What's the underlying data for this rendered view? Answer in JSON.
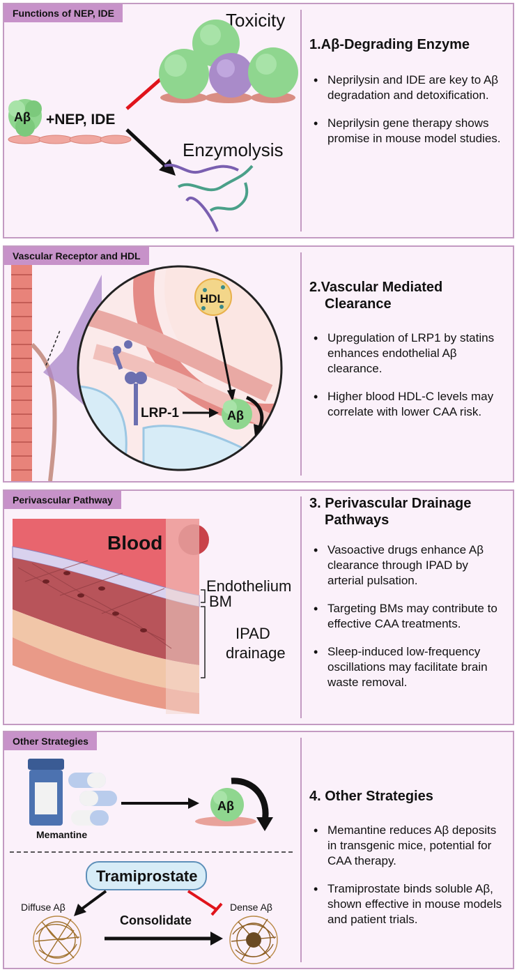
{
  "panel1": {
    "tag": "Functions of NEP, IDE",
    "label_abeta": "Aβ",
    "label_enzyme": "+NEP, IDE",
    "label_toxicity": "Toxicity",
    "label_enzymolysis": "Enzymolysis",
    "heading": "1.Aβ-Degrading Enzyme",
    "bullets": [
      "Neprilysin and IDE are key to Aβ degradation and detoxification.",
      "Neprilysin gene therapy shows promise in mouse model studies."
    ]
  },
  "panel2": {
    "tag": "Vascular Receptor and HDL",
    "label_hdl": "HDL",
    "label_lrp": "LRP-1",
    "label_abeta": "Aβ",
    "heading_line1": "2.Vascular Mediated",
    "heading_line2": "Clearance",
    "bullets": [
      "Upregulation of LRP1 by statins enhances endothelial Aβ clearance.",
      "Higher blood HDL-C levels may correlate with lower CAA risk."
    ]
  },
  "panel3": {
    "tag": "Perivascular Pathway",
    "label_blood": "Blood",
    "label_endothelium": "Endothelium",
    "label_bm": "BM",
    "label_ipad1": "IPAD",
    "label_ipad2": "drainage",
    "heading_line1": "3. Perivascular Drainage",
    "heading_line2": "Pathways",
    "bullets": [
      "Vasoactive drugs enhance Aβ clearance through IPAD by arterial pulsation.",
      "Targeting BMs may contribute to effective CAA treatments.",
      "Sleep-induced low-frequency oscillations may facilitate brain waste removal."
    ]
  },
  "panel4": {
    "tag": "Other Strategies",
    "label_memantine": "Memantine",
    "label_abeta": "Aβ",
    "label_tramiprostate": "Tramiprostate",
    "label_diffuse": "Diffuse Aβ",
    "label_dense": "Dense Aβ",
    "label_consolidate": "Consolidate",
    "heading": "4. Other Strategies",
    "bullets": [
      "Memantine reduces Aβ deposits in transgenic mice, potential for CAA therapy.",
      "Tramiprostate binds soluble Aβ, shown effective in mouse models and patient trials."
    ]
  },
  "colors": {
    "panel_bg": "#fbf1fa",
    "panel_border": "#c39ac2",
    "tag_bg": "#c792c9",
    "abeta_green": "#8fd68f",
    "inhibit_red": "#e0141b",
    "cell_pink": "#f0a7a0"
  }
}
